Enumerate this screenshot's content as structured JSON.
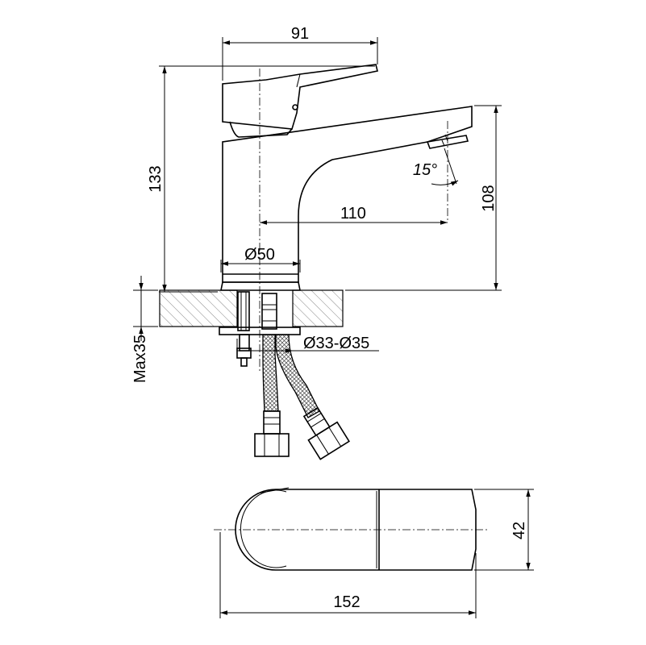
{
  "drawing": {
    "dimensions": {
      "body_width": "91",
      "total_height": "133",
      "spout_reach": "110",
      "spout_height": "108",
      "aerator_angle": "15°",
      "base_diameter": "Ø50",
      "hole_diameter": "Ø33-Ø35",
      "max_counter_thickness": "Max35",
      "top_length": "152",
      "top_width": "42"
    }
  }
}
